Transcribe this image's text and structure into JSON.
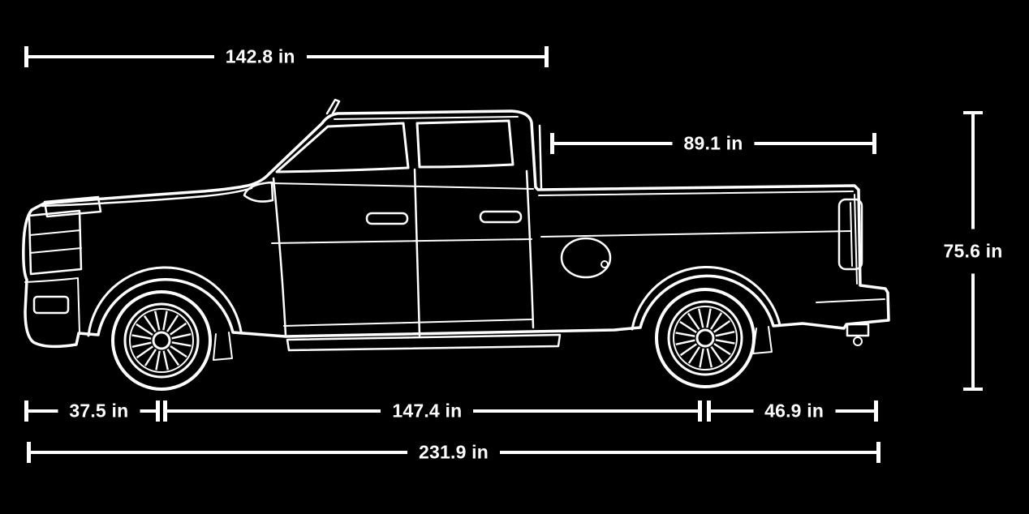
{
  "canvas": {
    "background": "#000000",
    "foreground": "#FFFFFF"
  },
  "diagram": {
    "subject": "pickup-truck-side-view-dimensions",
    "unit": "in",
    "dimensions": {
      "front_section": {
        "label": "142.8 in",
        "value": 142.8,
        "orientation": "horizontal",
        "position": "top"
      },
      "bed": {
        "label": "89.1 in",
        "value": 89.1,
        "orientation": "horizontal",
        "position": "upper-right"
      },
      "height": {
        "label": "75.6 in",
        "value": 75.6,
        "orientation": "vertical",
        "position": "right"
      },
      "front_overhang": {
        "label": "37.5 in",
        "value": 37.5,
        "orientation": "horizontal",
        "position": "bottom-left"
      },
      "wheelbase": {
        "label": "147.4 in",
        "value": 147.4,
        "orientation": "horizontal",
        "position": "bottom-middle"
      },
      "rear_overhang": {
        "label": "46.9 in",
        "value": 46.9,
        "orientation": "horizontal",
        "position": "bottom-right"
      },
      "overall_length": {
        "label": "231.9 in",
        "value": 231.9,
        "orientation": "horizontal",
        "position": "bottom"
      }
    }
  }
}
